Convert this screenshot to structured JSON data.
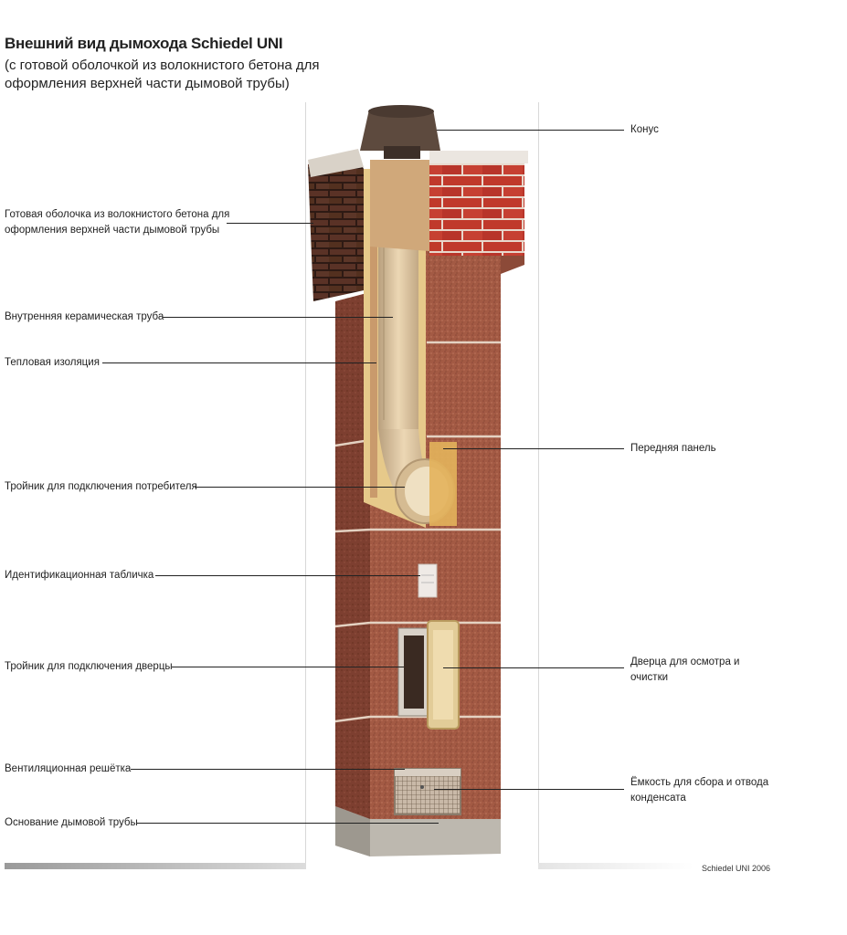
{
  "header": {
    "title": "Внешний вид дымохода Schiedel UNI",
    "subtitle": "(с готовой оболочкой из волокнистого бетона для оформления верхней части дымовой трубы)"
  },
  "labels": {
    "cone": "Конус",
    "fiber_concrete_shell": "Готовая оболочка из волокнистого бетона для оформления верхней части дымовой трубы",
    "ceramic_pipe": "Внутренняя керамическая труба",
    "thermal_insulation": "Тепловая изоляция",
    "front_panel": "Передняя панель",
    "consumer_tee": "Тройник для подключения потребителя",
    "id_plate": "Идентификационная табличка",
    "door_tee": "Тройник для подключения дверцы",
    "inspection_door": "Дверца для осмотра и очистки",
    "vent_grille": "Вентиляционная решётка",
    "condensate_tank": "Ёмкость для сбора и отвода конденсата",
    "chimney_base": "Основание дымовой трубы"
  },
  "footer": {
    "credit": "Schiedel UNI 2006"
  },
  "colors": {
    "block": "#a85e48",
    "block_dark": "#7c3f2f",
    "brick": "#c0392b",
    "mortar": "#e3cdb8",
    "ceramic": "#e2c8a0",
    "insulation": "#e7cf8a",
    "cone": "#5e4a3f",
    "base": "#b8b4ac"
  }
}
